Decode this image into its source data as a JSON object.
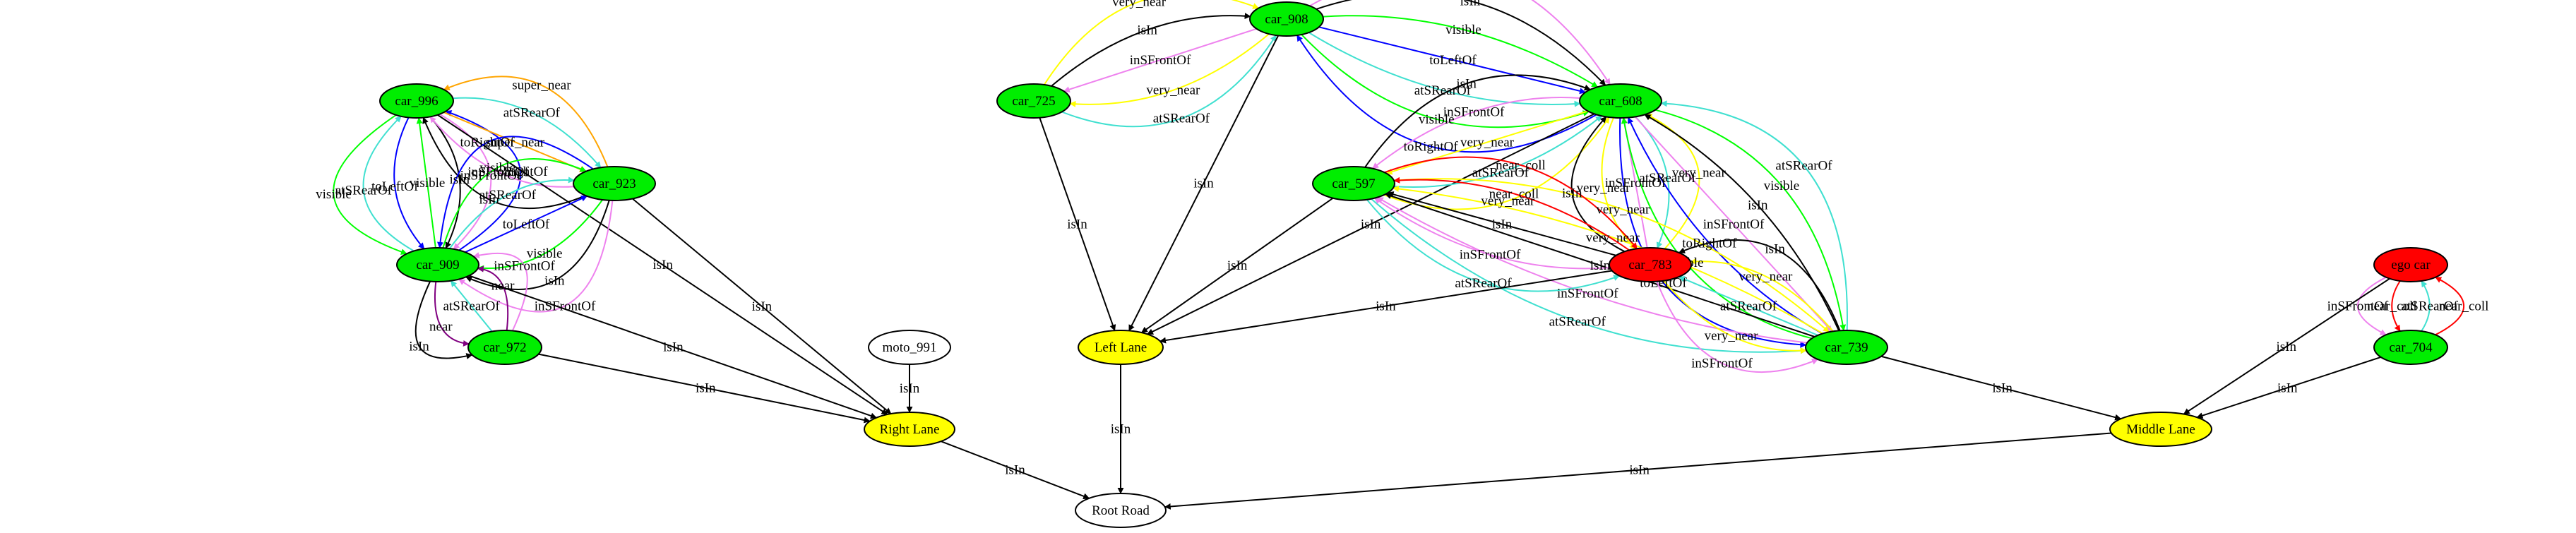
{
  "colors": {
    "car": "#00ee00",
    "lane": "#ffff00",
    "ego": "#ff0000",
    "plain": "#ffffff",
    "edge_default": "#000000"
  },
  "nodes": [
    {
      "id": "car_908",
      "label": "car_908",
      "fill": "#00ee00"
    },
    {
      "id": "car_725",
      "label": "car_725",
      "fill": "#00ee00"
    },
    {
      "id": "car_608",
      "label": "car_608",
      "fill": "#00ee00"
    },
    {
      "id": "car_996",
      "label": "car_996",
      "fill": "#00ee00"
    },
    {
      "id": "car_923",
      "label": "car_923",
      "fill": "#00ee00"
    },
    {
      "id": "car_909",
      "label": "car_909",
      "fill": "#00ee00"
    },
    {
      "id": "car_972",
      "label": "car_972",
      "fill": "#00ee00"
    },
    {
      "id": "moto_991",
      "label": "moto_991",
      "fill": "#ffffff"
    },
    {
      "id": "right_lane",
      "label": "Right Lane",
      "fill": "#ffff00"
    },
    {
      "id": "root_road",
      "label": "Root Road",
      "fill": "#ffffff"
    },
    {
      "id": "left_lane",
      "label": "Left Lane",
      "fill": "#ffff00"
    },
    {
      "id": "car_597",
      "label": "car_597",
      "fill": "#00ee00"
    },
    {
      "id": "car_783",
      "label": "car_783",
      "fill": "#ff0000"
    },
    {
      "id": "car_739",
      "label": "car_739",
      "fill": "#00ee00"
    },
    {
      "id": "middle_lane",
      "label": "Middle Lane",
      "fill": "#ffff00"
    },
    {
      "id": "ego_car",
      "label": "ego car",
      "fill": "#ff0000"
    },
    {
      "id": "car_704",
      "label": "car_704",
      "fill": "#00ee00"
    }
  ],
  "edges": [
    {
      "from": "car_725",
      "to": "car_908",
      "label": "very_near",
      "color": "#ffff00"
    },
    {
      "from": "car_725",
      "to": "car_908",
      "label": "isIn",
      "color": "#000000"
    },
    {
      "from": "car_908",
      "to": "car_725",
      "label": "inSFrontOf",
      "color": "#ee82ee"
    },
    {
      "from": "car_908",
      "to": "car_725",
      "label": "very_near",
      "color": "#ffff00"
    },
    {
      "from": "car_725",
      "to": "car_908",
      "label": "atSRearOf",
      "color": "#40e0d0"
    },
    {
      "from": "car_608",
      "to": "car_908",
      "label": "toRightOf",
      "color": "#0000ff"
    },
    {
      "from": "car_908",
      "to": "car_608",
      "label": "visible",
      "color": "#00ff00"
    },
    {
      "from": "car_908",
      "to": "car_608",
      "label": "atSRearOf",
      "color": "#40e0d0"
    },
    {
      "from": "car_908",
      "to": "car_608",
      "label": "toLeftOf",
      "color": "#0000ff"
    },
    {
      "from": "car_908",
      "to": "car_608",
      "label": "visible",
      "color": "#00ff00"
    },
    {
      "from": "car_908",
      "to": "car_608",
      "label": "isIn",
      "color": "#000000"
    },
    {
      "from": "car_908",
      "to": "car_608",
      "label": "inSFrontOf",
      "color": "#ee82ee"
    },
    {
      "from": "car_908",
      "to": "left_lane",
      "label": "isIn",
      "color": "#000000"
    },
    {
      "from": "car_725",
      "to": "left_lane",
      "label": "isIn",
      "color": "#000000"
    },
    {
      "from": "car_996",
      "to": "car_909",
      "label": "visible",
      "color": "#00ff00"
    },
    {
      "from": "car_909",
      "to": "car_996",
      "label": "atSRearOf",
      "color": "#40e0d0"
    },
    {
      "from": "car_996",
      "to": "car_909",
      "label": "toLeftOf",
      "color": "#0000ff"
    },
    {
      "from": "car_909",
      "to": "car_996",
      "label": "visible",
      "color": "#00ff00"
    },
    {
      "from": "car_996",
      "to": "car_909",
      "label": "isIn",
      "color": "#000000"
    },
    {
      "from": "car_996",
      "to": "car_909",
      "label": "inSFrontOf",
      "color": "#ee82ee"
    },
    {
      "from": "car_909",
      "to": "car_996",
      "label": "toRightOf",
      "color": "#0000ff"
    },
    {
      "from": "car_923",
      "to": "car_996",
      "label": "isIn",
      "color": "#000000"
    },
    {
      "from": "car_923",
      "to": "car_996",
      "label": "inSFrontOf",
      "color": "#ee82ee"
    },
    {
      "from": "car_996",
      "to": "car_923",
      "label": "super_near",
      "color": "#ffa500"
    },
    {
      "from": "car_996",
      "to": "car_923",
      "label": "atSRearOf",
      "color": "#40e0d0"
    },
    {
      "from": "car_923",
      "to": "car_996",
      "label": "super_near",
      "color": "#ffa500"
    },
    {
      "from": "car_996",
      "to": "right_lane",
      "label": "isIn",
      "color": "#000000"
    },
    {
      "from": "car_923",
      "to": "car_909",
      "label": "toRightOf",
      "color": "#0000ff"
    },
    {
      "from": "car_909",
      "to": "car_923",
      "label": "visible",
      "color": "#00ff00"
    },
    {
      "from": "car_909",
      "to": "car_923",
      "label": "atSRearOf",
      "color": "#40e0d0"
    },
    {
      "from": "car_909",
      "to": "car_923",
      "label": "toLeftOf",
      "color": "#0000ff"
    },
    {
      "from": "car_923",
      "to": "car_909",
      "label": "visible",
      "color": "#00ff00"
    },
    {
      "from": "car_923",
      "to": "car_909",
      "label": "isIn",
      "color": "#000000"
    },
    {
      "from": "car_923",
      "to": "car_909",
      "label": "inSFrontOf",
      "color": "#ee82ee"
    },
    {
      "from": "car_923",
      "to": "right_lane",
      "label": "isIn",
      "color": "#000000"
    },
    {
      "from": "car_972",
      "to": "car_909",
      "label": "inSFrontOf",
      "color": "#ee82ee"
    },
    {
      "from": "car_972",
      "to": "car_909",
      "label": "near",
      "color": "#800080"
    },
    {
      "from": "car_972",
      "to": "car_909",
      "label": "atSRearOf",
      "color": "#40e0d0"
    },
    {
      "from": "car_909",
      "to": "car_972",
      "label": "near",
      "color": "#800080"
    },
    {
      "from": "car_909",
      "to": "car_972",
      "label": "isIn",
      "color": "#000000"
    },
    {
      "from": "car_909",
      "to": "right_lane",
      "label": "isIn",
      "color": "#000000"
    },
    {
      "from": "car_972",
      "to": "right_lane",
      "label": "isIn",
      "color": "#000000"
    },
    {
      "from": "moto_991",
      "to": "right_lane",
      "label": "isIn",
      "color": "#000000"
    },
    {
      "from": "right_lane",
      "to": "root_road",
      "label": "isIn",
      "color": "#000000"
    },
    {
      "from": "left_lane",
      "to": "root_road",
      "label": "isIn",
      "color": "#000000"
    },
    {
      "from": "middle_lane",
      "to": "root_road",
      "label": "isIn",
      "color": "#000000"
    },
    {
      "from": "car_608",
      "to": "left_lane",
      "label": "isIn",
      "color": "#000000"
    },
    {
      "from": "car_597",
      "to": "car_608",
      "label": "isIn",
      "color": "#000000"
    },
    {
      "from": "car_608",
      "to": "car_597",
      "label": "inSFrontOf",
      "color": "#ee82ee"
    },
    {
      "from": "car_608",
      "to": "car_597",
      "label": "very_near",
      "color": "#ffff00"
    },
    {
      "from": "car_597",
      "to": "car_608",
      "label": "atSRearOf",
      "color": "#40e0d0"
    },
    {
      "from": "car_597",
      "to": "car_608",
      "label": "very_near",
      "color": "#ffff00"
    },
    {
      "from": "car_597",
      "to": "left_lane",
      "label": "isIn",
      "color": "#000000"
    },
    {
      "from": "car_783",
      "to": "car_608",
      "label": "very_near",
      "color": "#ffff00"
    },
    {
      "from": "car_608",
      "to": "car_783",
      "label": "atSRearOf",
      "color": "#40e0d0"
    },
    {
      "from": "car_783",
      "to": "car_608",
      "label": "inSFrontOf",
      "color": "#ee82ee"
    },
    {
      "from": "car_608",
      "to": "car_783",
      "label": "very_near",
      "color": "#ffff00"
    },
    {
      "from": "car_783",
      "to": "car_608",
      "label": "isIn",
      "color": "#000000"
    },
    {
      "from": "car_739",
      "to": "car_608",
      "label": "atSRearOf",
      "color": "#40e0d0"
    },
    {
      "from": "car_608",
      "to": "car_739",
      "label": "visible",
      "color": "#00ff00"
    },
    {
      "from": "car_739",
      "to": "car_608",
      "label": "isIn",
      "color": "#000000"
    },
    {
      "from": "car_608",
      "to": "car_739",
      "label": "inSFrontOf",
      "color": "#ee82ee"
    },
    {
      "from": "car_739",
      "to": "car_608",
      "label": "toRightOf",
      "color": "#0000ff"
    },
    {
      "from": "car_739",
      "to": "car_608",
      "label": "visible",
      "color": "#00ff00"
    },
    {
      "from": "car_608",
      "to": "car_739",
      "label": "toLeftOf",
      "color": "#0000ff"
    },
    {
      "from": "car_597",
      "to": "car_739",
      "label": "very_near",
      "color": "#ffff00"
    },
    {
      "from": "car_739",
      "to": "car_597",
      "label": "very_near",
      "color": "#ffff00"
    },
    {
      "from": "car_739",
      "to": "car_597",
      "label": "isIn",
      "color": "#000000"
    },
    {
      "from": "car_739",
      "to": "car_597",
      "label": "inSFrontOf",
      "color": "#ee82ee"
    },
    {
      "from": "car_597",
      "to": "car_739",
      "label": "atSRearOf",
      "color": "#40e0d0"
    },
    {
      "from": "car_597",
      "to": "car_783",
      "label": "near_coll",
      "color": "#ff0000"
    },
    {
      "from": "car_783",
      "to": "car_597",
      "label": "near_coll",
      "color": "#ff0000"
    },
    {
      "from": "car_783",
      "to": "car_597",
      "label": "isIn",
      "color": "#000000"
    },
    {
      "from": "car_783",
      "to": "car_597",
      "label": "inSFrontOf",
      "color": "#ee82ee"
    },
    {
      "from": "car_597",
      "to": "car_783",
      "label": "atSRearOf",
      "color": "#40e0d0"
    },
    {
      "from": "car_783",
      "to": "left_lane",
      "label": "isIn",
      "color": "#000000"
    },
    {
      "from": "car_783",
      "to": "car_739",
      "label": "inSFrontOf",
      "color": "#ee82ee"
    },
    {
      "from": "car_783",
      "to": "car_739",
      "label": "very_near",
      "color": "#ffff00"
    },
    {
      "from": "car_739",
      "to": "car_783",
      "label": "atSRearOf",
      "color": "#40e0d0"
    },
    {
      "from": "car_739",
      "to": "car_783",
      "label": "very_near",
      "color": "#ffff00"
    },
    {
      "from": "car_739",
      "to": "car_783",
      "label": "isIn",
      "color": "#000000"
    },
    {
      "from": "car_739",
      "to": "middle_lane",
      "label": "isIn",
      "color": "#000000"
    },
    {
      "from": "ego_car",
      "to": "car_704",
      "label": "inSFrontOf",
      "color": "#ee82ee"
    },
    {
      "from": "ego_car",
      "to": "car_704",
      "label": "near_coll",
      "color": "#ff0000"
    },
    {
      "from": "car_704",
      "to": "ego_car",
      "label": "atSRearOf",
      "color": "#40e0d0"
    },
    {
      "from": "car_704",
      "to": "ego_car",
      "label": "near_coll",
      "color": "#ff0000"
    },
    {
      "from": "ego_car",
      "to": "middle_lane",
      "label": "isIn",
      "color": "#000000"
    },
    {
      "from": "car_704",
      "to": "middle_lane",
      "label": "isIn",
      "color": "#000000"
    }
  ]
}
